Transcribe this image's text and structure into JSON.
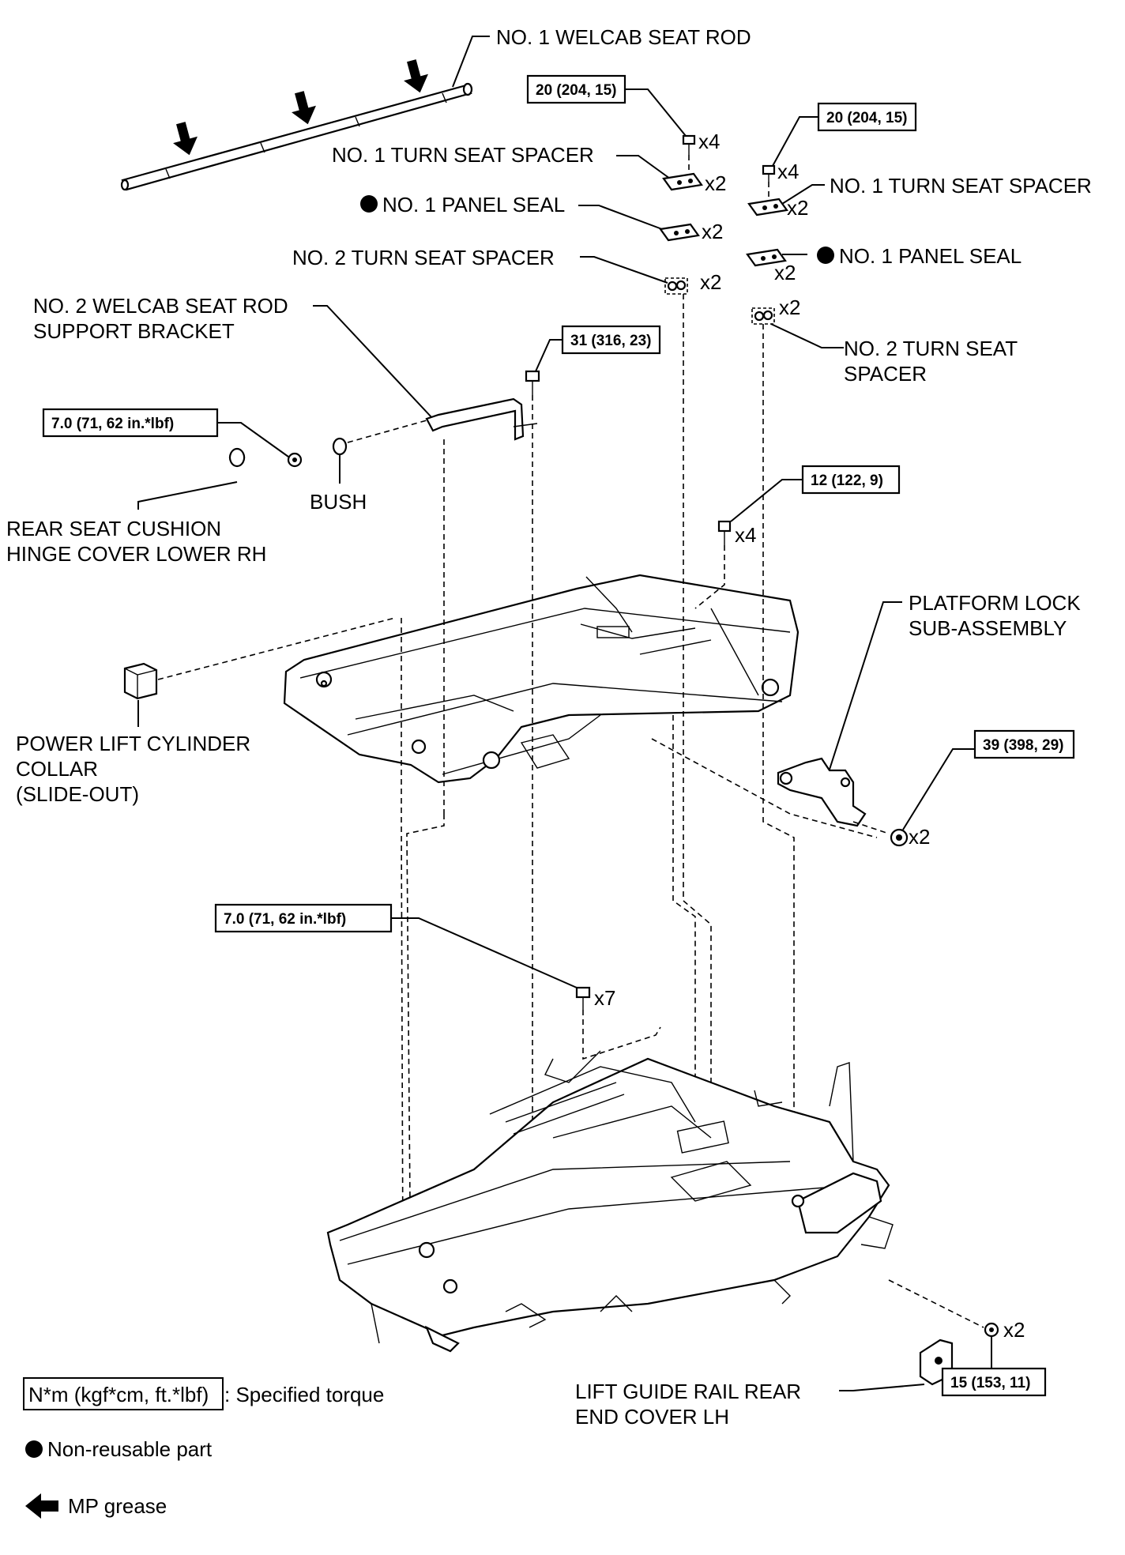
{
  "labels": {
    "welcab_rod": "NO. 1 WELCAB SEAT ROD",
    "turn_spacer1_left": "NO. 1 TURN SEAT SPACER",
    "turn_spacer1_right": "NO. 1 TURN SEAT SPACER",
    "panel_seal_left": "NO. 1 PANEL SEAL",
    "panel_seal_right": "NO. 1 PANEL SEAL",
    "turn_spacer2_left": "NO. 2 TURN SEAT SPACER",
    "turn_spacer2_right_line1": "NO. 2 TURN SEAT",
    "turn_spacer2_right_line2": "SPACER",
    "rod_bracket_line1": "NO. 2 WELCAB SEAT ROD",
    "rod_bracket_line2": "SUPPORT BRACKET",
    "bush": "BUSH",
    "hinge_cover_line1": "REAR SEAT CUSHION",
    "hinge_cover_line2": "HINGE COVER LOWER RH",
    "platform_lock_line1": "PLATFORM LOCK",
    "platform_lock_line2": "SUB-ASSEMBLY",
    "cylinder_collar_line1": "POWER LIFT CYLINDER",
    "cylinder_collar_line2": "COLLAR",
    "cylinder_collar_line3": "(SLIDE-OUT)",
    "end_cover_line1": "LIFT GUIDE RAIL REAR",
    "end_cover_line2": "END COVER LH"
  },
  "torques": {
    "t1": "20 (204, 15)",
    "t2": "20 (204, 15)",
    "t3": "31 (316, 23)",
    "t4": "7.0 (71, 62 in.*lbf)",
    "t5": "12 (122, 9)",
    "t6": "39 (398, 29)",
    "t7": "7.0 (71, 62 in.*lbf)",
    "t8": "15 (153, 11)"
  },
  "quantities": {
    "q_bolt_left_top": "x4",
    "q_spacer1_left": "x2",
    "q_bolt_right_top": "x4",
    "q_spacer1_right": "x2",
    "q_seal_left": "x2",
    "q_seal_right": "x2",
    "q_spacer2_left": "x2",
    "q_spacer2_right": "x2",
    "q_bolt_12": "x4",
    "q_bolt_39": "x2",
    "q_bolt_7": "x7",
    "q_bolt_15": "x2"
  },
  "legend": {
    "torque_box": "N*m (kgf*cm, ft.*lbf)",
    "torque_text": ": Specified torque",
    "nonreusable_text": "Non-reusable part",
    "grease_text": "MP grease"
  }
}
